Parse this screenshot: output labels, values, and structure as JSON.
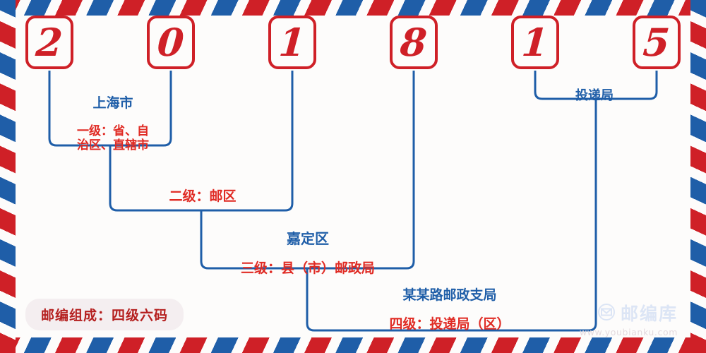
{
  "meta": {
    "postcode": "201815",
    "colors": {
      "red": "#cf2027",
      "blue": "#1f5ea8",
      "label_red": "#e02b24",
      "badge_bg": "#f4eef0",
      "badge_text": "#b5201f",
      "page_bg": "#fdfcfb",
      "watermark": "#dbe4f5"
    }
  },
  "digits": [
    {
      "value": "2",
      "index": 1
    },
    {
      "value": "0",
      "index": 2
    },
    {
      "value": "1",
      "index": 3
    },
    {
      "value": "8",
      "index": 4
    },
    {
      "value": "1",
      "index": 5
    },
    {
      "value": "5",
      "index": 6
    }
  ],
  "levels": [
    {
      "id": "level-1",
      "name": "上海市",
      "desc": "一级：省、自\n治区、直辖市",
      "digits": "1-2"
    },
    {
      "id": "level-2",
      "name": "",
      "desc": "二级：邮区",
      "digits": "3"
    },
    {
      "id": "level-3",
      "name": "嘉定区",
      "desc": "三级：县（市）邮政局",
      "digits": "4"
    },
    {
      "id": "level-4",
      "name": "某某路邮政支局",
      "desc": "四级：投递局（区）",
      "digits": "5-6"
    },
    {
      "id": "level-5",
      "name": "投递局",
      "desc": "",
      "digits": "5-6"
    }
  ],
  "badge": {
    "text": "邮编组成：四级六码"
  },
  "watermark": {
    "icon": "envelope-circle-icon",
    "brand": "邮编库",
    "url": "www.youbianku.com"
  }
}
